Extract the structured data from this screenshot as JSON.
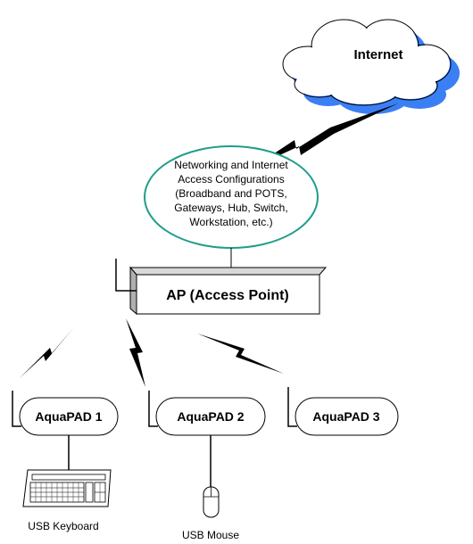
{
  "internet": {
    "label": "Internet"
  },
  "config": {
    "lines": [
      "Networking and Internet",
      "Access Configurations",
      "(Broadband and POTS,",
      "Gateways, Hub, Switch,",
      "Workstation, etc.)"
    ]
  },
  "ap": {
    "label": "AP (Access Point)"
  },
  "devices": [
    {
      "label": "AquaPAD 1"
    },
    {
      "label": "AquaPAD 2"
    },
    {
      "label": "AquaPAD 3"
    }
  ],
  "peripherals": {
    "keyboard": "USB Keyboard",
    "mouse": "USB Mouse"
  },
  "colors": {
    "cloud_fill": "#ffffff",
    "cloud_shadow": "#3b7ff5",
    "config_border": "#1f9d8a",
    "ap_shadow": "#b0b0b0"
  }
}
